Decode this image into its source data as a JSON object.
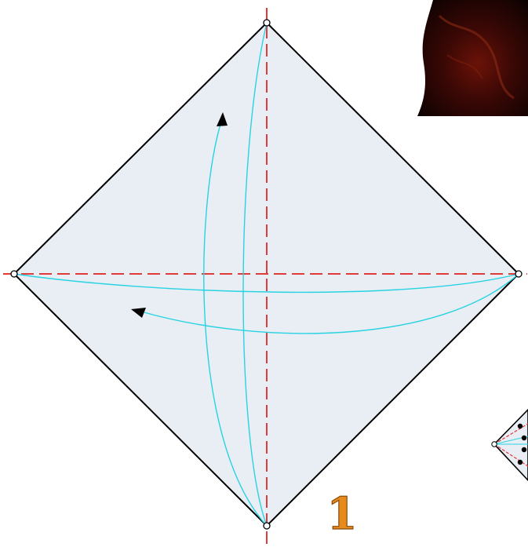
{
  "diagram": {
    "step_number": "1",
    "colors": {
      "paper_fill": "#e9eef4",
      "paper_edge": "#000000",
      "valley_fold_line": "#e03a3a",
      "crease_guide": "#27d3e3",
      "arrow": "#000000",
      "step_number": "#e58a1b",
      "photo_dark": "#1a0503",
      "photo_red": "#6b1208"
    },
    "icons": {
      "corner_marker": "white-circle",
      "arrowhead": "filled-triangle"
    }
  }
}
